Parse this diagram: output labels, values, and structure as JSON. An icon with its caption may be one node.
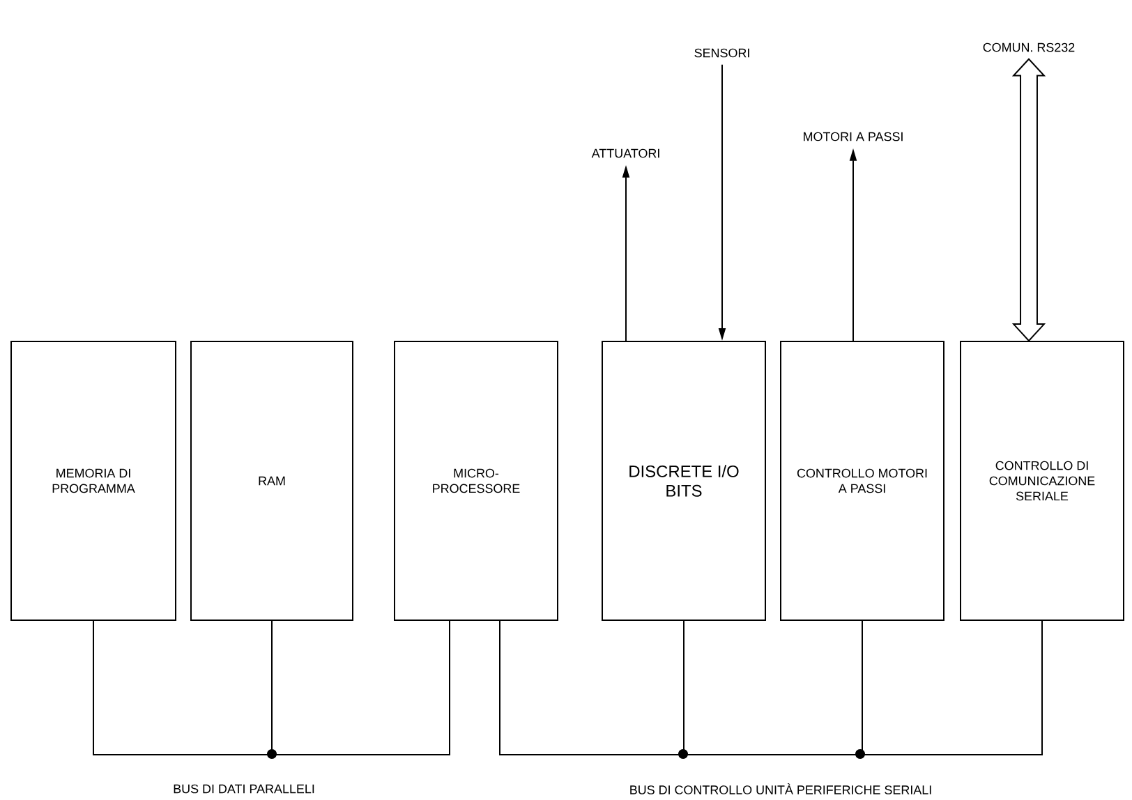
{
  "diagram": {
    "nodes": [
      {
        "text": [
          "MEMORIA DI PROGRAMMA"
        ]
      },
      {
        "text": [
          "RAM"
        ]
      },
      {
        "text": [
          "MICRO-PROCESSORE"
        ]
      },
      {
        "text": [
          "DISCRETE I/O BITS"
        ]
      },
      {
        "text": [
          "CONTROLLO MOTORI A PASSI"
        ]
      },
      {
        "text": [
          "CONTROLLO DI COMUNICAZIONE SERIALE"
        ]
      },
      {
        "text": [
          "ATTUATORI"
        ]
      },
      {
        "text": [
          "SENSORI"
        ]
      },
      {
        "text": [
          "MOTORI A PASSI"
        ]
      },
      {
        "text": [
          "COMUN. RS232"
        ]
      }
    ],
    "edges": [
      {
        "from": 0,
        "to": 2,
        "arrow": "none"
      },
      {
        "from": 1,
        "to": 2,
        "arrow": "none"
      },
      {
        "from": 2,
        "to": 3,
        "arrow": "none"
      },
      {
        "from": 2,
        "to": 4,
        "arrow": "none"
      },
      {
        "from": 2,
        "to": 5,
        "arrow": "none"
      },
      {
        "from": 3,
        "to": 6,
        "arrow": "to"
      },
      {
        "from": 7,
        "to": 3,
        "arrow": "to"
      },
      {
        "from": 4,
        "to": 8,
        "arrow": "to"
      },
      {
        "from": 5,
        "to": 9,
        "arrow": "both",
        "style": "thick"
      }
    ],
    "labels": [
      "BUS DI DATI PARALLELI",
      "BUS DI CONTROLLO UNITÀ PERIFERICHE SERIALI"
    ]
  }
}
